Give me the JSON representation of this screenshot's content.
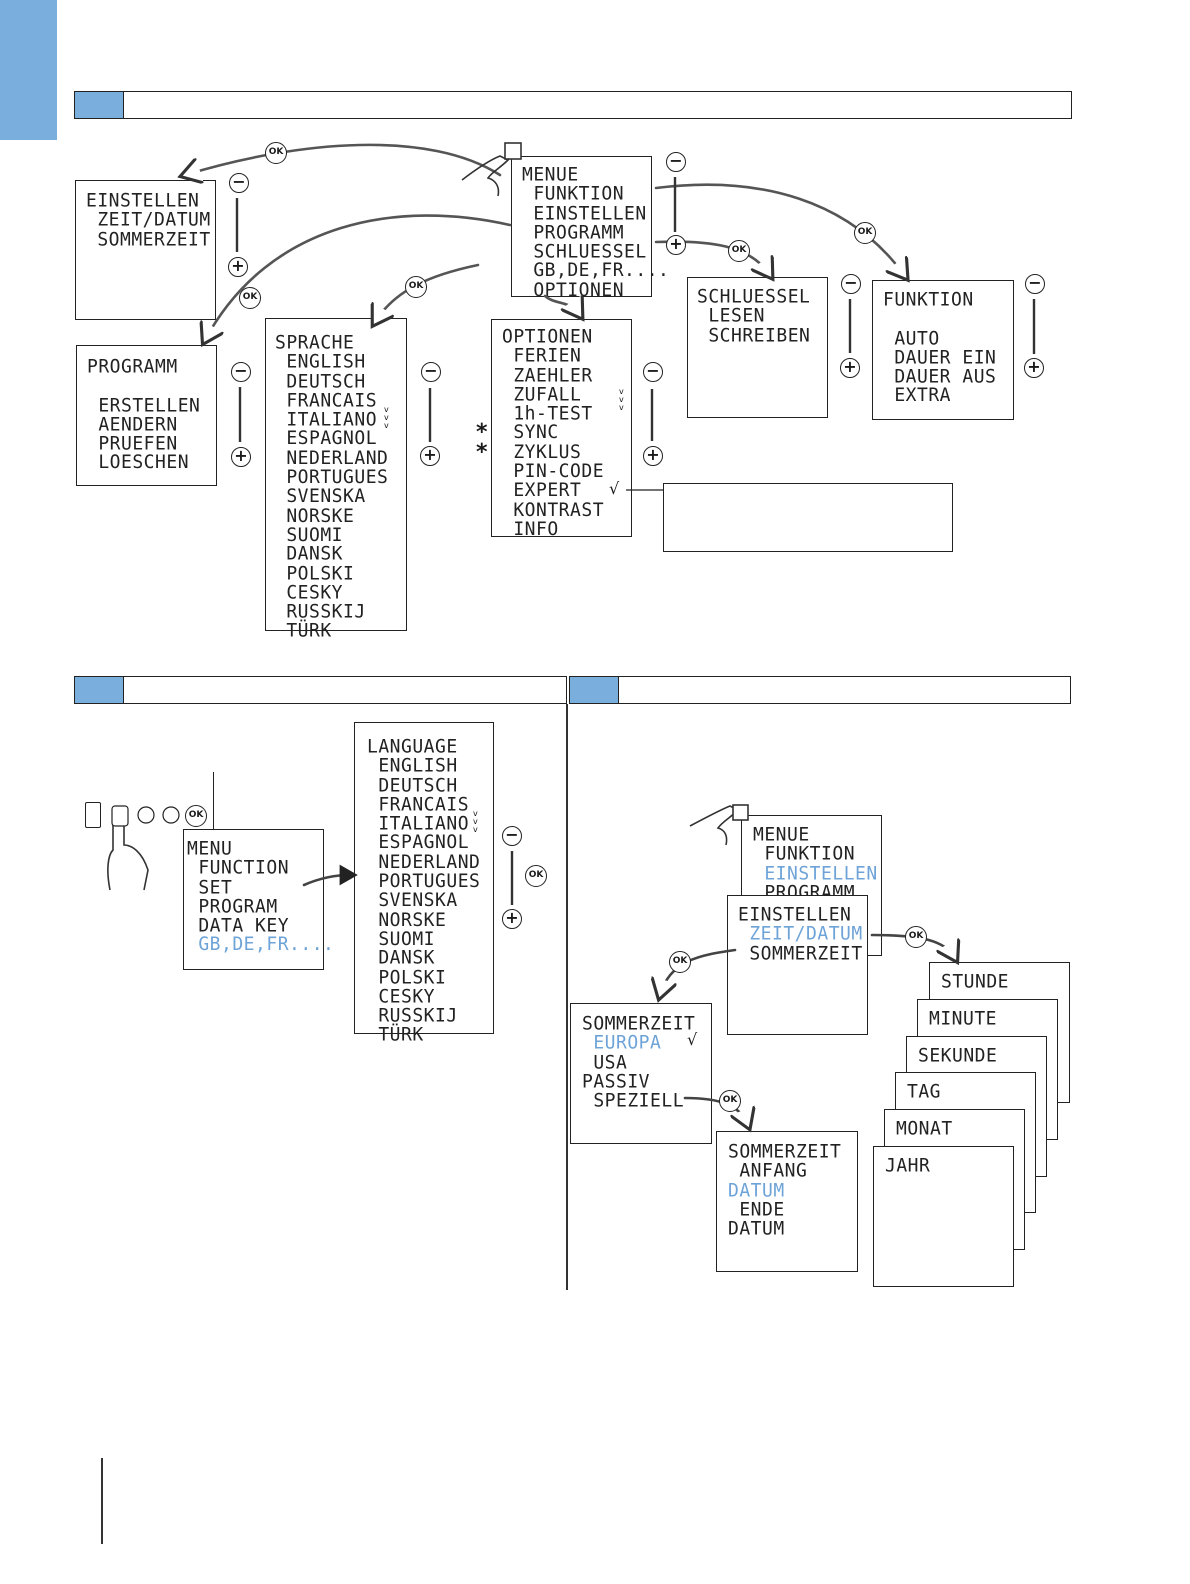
{
  "buttons": {
    "minus": "−",
    "plus": "+",
    "ok": "OK"
  },
  "marks": {
    "star": "*",
    "check": "√",
    "dbl_v": "v\nv\nv"
  },
  "top": {
    "menue": [
      "MENUE",
      " FUNKTION",
      " EINSTELLEN",
      " PROGRAMM",
      " SCHLUESSEL",
      " GB,DE,FR....",
      " OPTIONEN"
    ],
    "einstellen": [
      "EINSTELLEN",
      " ZEIT/DATUM",
      " SOMMERZEIT"
    ],
    "programm": [
      "PROGRAMM",
      "",
      " ERSTELLEN",
      " AENDERN",
      " PRUEFEN",
      " LOESCHEN"
    ],
    "sprache": [
      "SPRACHE",
      " ENGLISH",
      " DEUTSCH",
      " FRANCAIS",
      " ITALIANO",
      " ESPAGNOL",
      " NEDERLAND",
      " PORTUGUES",
      " SVENSKA",
      " NORSKE",
      " SUOMI",
      " DANSK",
      " POLSKI",
      " CESKY",
      " RUSSKIJ",
      " TÜRK"
    ],
    "optionen": [
      "OPTIONEN",
      " FERIEN",
      " ZAEHLER",
      " ZUFALL",
      " 1h-TEST",
      " SYNC",
      " ZYKLUS",
      " PIN-CODE",
      " EXPERT",
      " KONTRAST",
      " INFO"
    ],
    "schluessel": [
      "SCHLUESSEL",
      " LESEN",
      " SCHREIBEN"
    ],
    "funktion": [
      "FUNKTION",
      "",
      " AUTO",
      " DAUER EIN",
      " DAUER AUS",
      " EXTRA"
    ]
  },
  "left_bottom": {
    "menu_lines": [
      "MENU",
      " FUNCTION",
      " SET",
      " PROGRAM",
      " DATA KEY"
    ],
    "menu_hl": " GB,DE,FR....",
    "language": [
      "LANGUAGE",
      " ENGLISH",
      " DEUTSCH",
      " FRANCAIS",
      " ITALIANO",
      " ESPAGNOL",
      " NEDERLAND",
      " PORTUGUES",
      " SVENSKA",
      " NORSKE",
      " SUOMI",
      " DANSK",
      " POLSKI",
      " CESKY",
      " RUSSKIJ",
      " TÜRK"
    ]
  },
  "right_bottom": {
    "menue_pre": "MENUE\n FUNKTION",
    "menue_hl": " EINSTELLEN",
    "menue_post": " PROGRAMM",
    "einst_pre": "EINSTELLEN",
    "einst_hl": " ZEIT/DATUM",
    "einst_post": " SOMMERZEIT",
    "sz_pre": "SOMMERZEIT",
    "sz_hl": " EUROPA",
    "sz_post": " USA\nPASSIV\n SPEZIELL",
    "sz2_pre": "SOMMERZEIT\n ANFANG",
    "sz2_hl": "DATUM",
    "sz2_post": "\n ENDE\nDATUM",
    "stack": [
      "STUNDE",
      "MINUTE",
      "SEKUNDE",
      "TAG",
      "MONAT",
      "JAHR"
    ]
  }
}
